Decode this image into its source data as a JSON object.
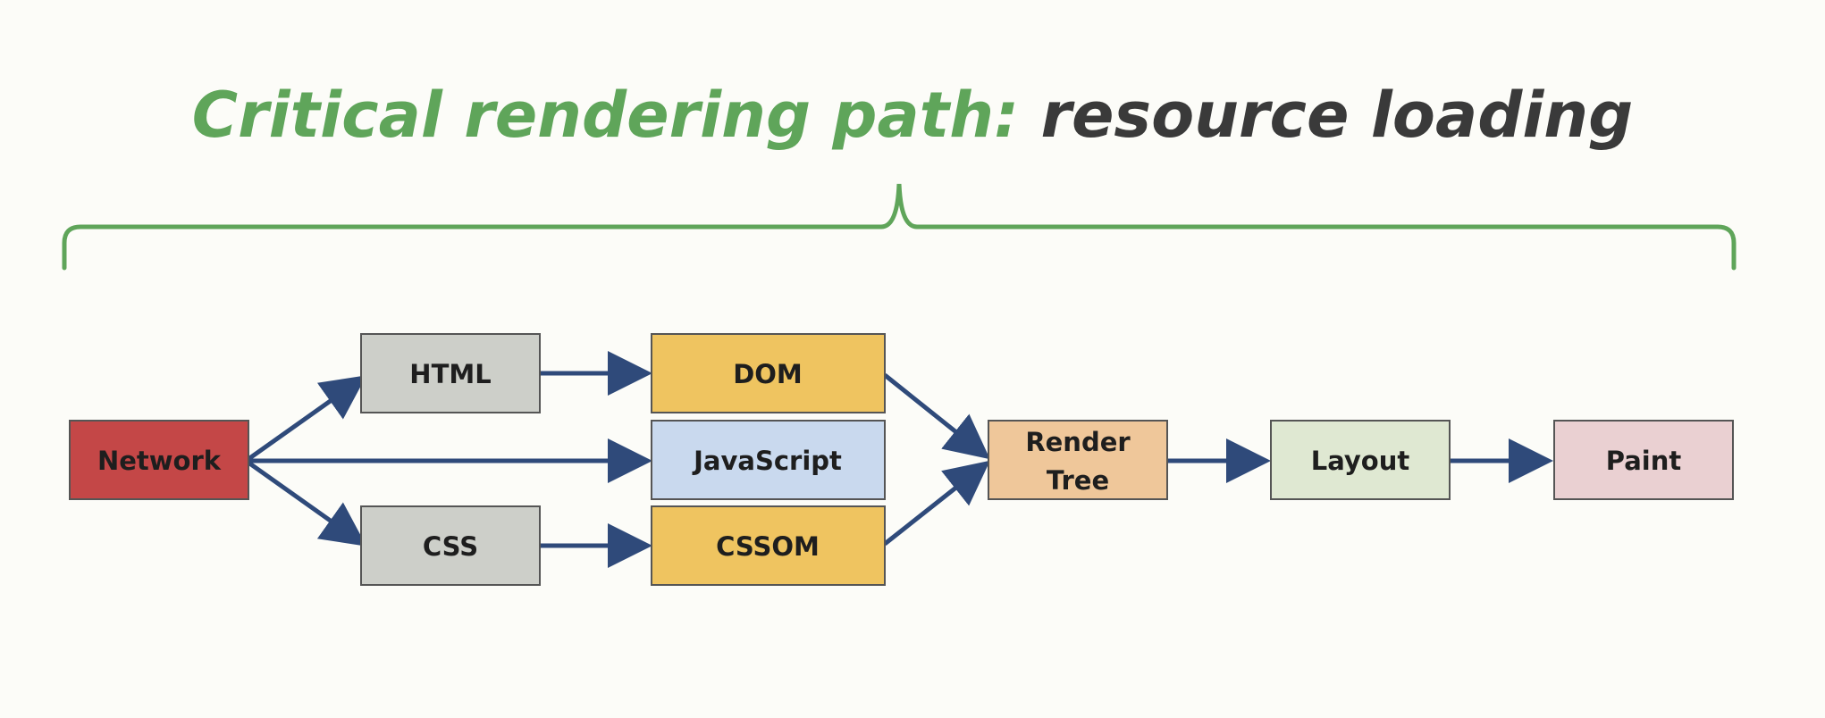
{
  "title": {
    "part1": "Critical rendering path:",
    "part2": "resource loading",
    "accent_color": "#5fa55a",
    "text_color": "#3a3a3a"
  },
  "nodes": [
    {
      "id": "network",
      "label": "Network",
      "color": "#c44747"
    },
    {
      "id": "html",
      "label": "HTML",
      "color": "#cdcfc9"
    },
    {
      "id": "css",
      "label": "CSS",
      "color": "#cdcfc9"
    },
    {
      "id": "dom",
      "label": "DOM",
      "color": "#efc460"
    },
    {
      "id": "javascript",
      "label": "JavaScript",
      "color": "#c9d9ee"
    },
    {
      "id": "cssom",
      "label": "CSSOM",
      "color": "#efc460"
    },
    {
      "id": "render-tree",
      "label_line1": "Render",
      "label_line2": "Tree",
      "color": "#efc79a"
    },
    {
      "id": "layout",
      "label": "Layout",
      "color": "#dfe8d2"
    },
    {
      "id": "paint",
      "label": "Paint",
      "color": "#ead0d2"
    }
  ],
  "edges": [
    {
      "from": "network",
      "to": "html"
    },
    {
      "from": "network",
      "to": "javascript"
    },
    {
      "from": "network",
      "to": "css"
    },
    {
      "from": "html",
      "to": "dom"
    },
    {
      "from": "css",
      "to": "cssom"
    },
    {
      "from": "dom",
      "to": "render-tree"
    },
    {
      "from": "cssom",
      "to": "render-tree"
    },
    {
      "from": "render-tree",
      "to": "layout"
    },
    {
      "from": "layout",
      "to": "paint"
    }
  ],
  "colors": {
    "arrow": "#2f4a7a",
    "brace": "#5fa55a"
  }
}
